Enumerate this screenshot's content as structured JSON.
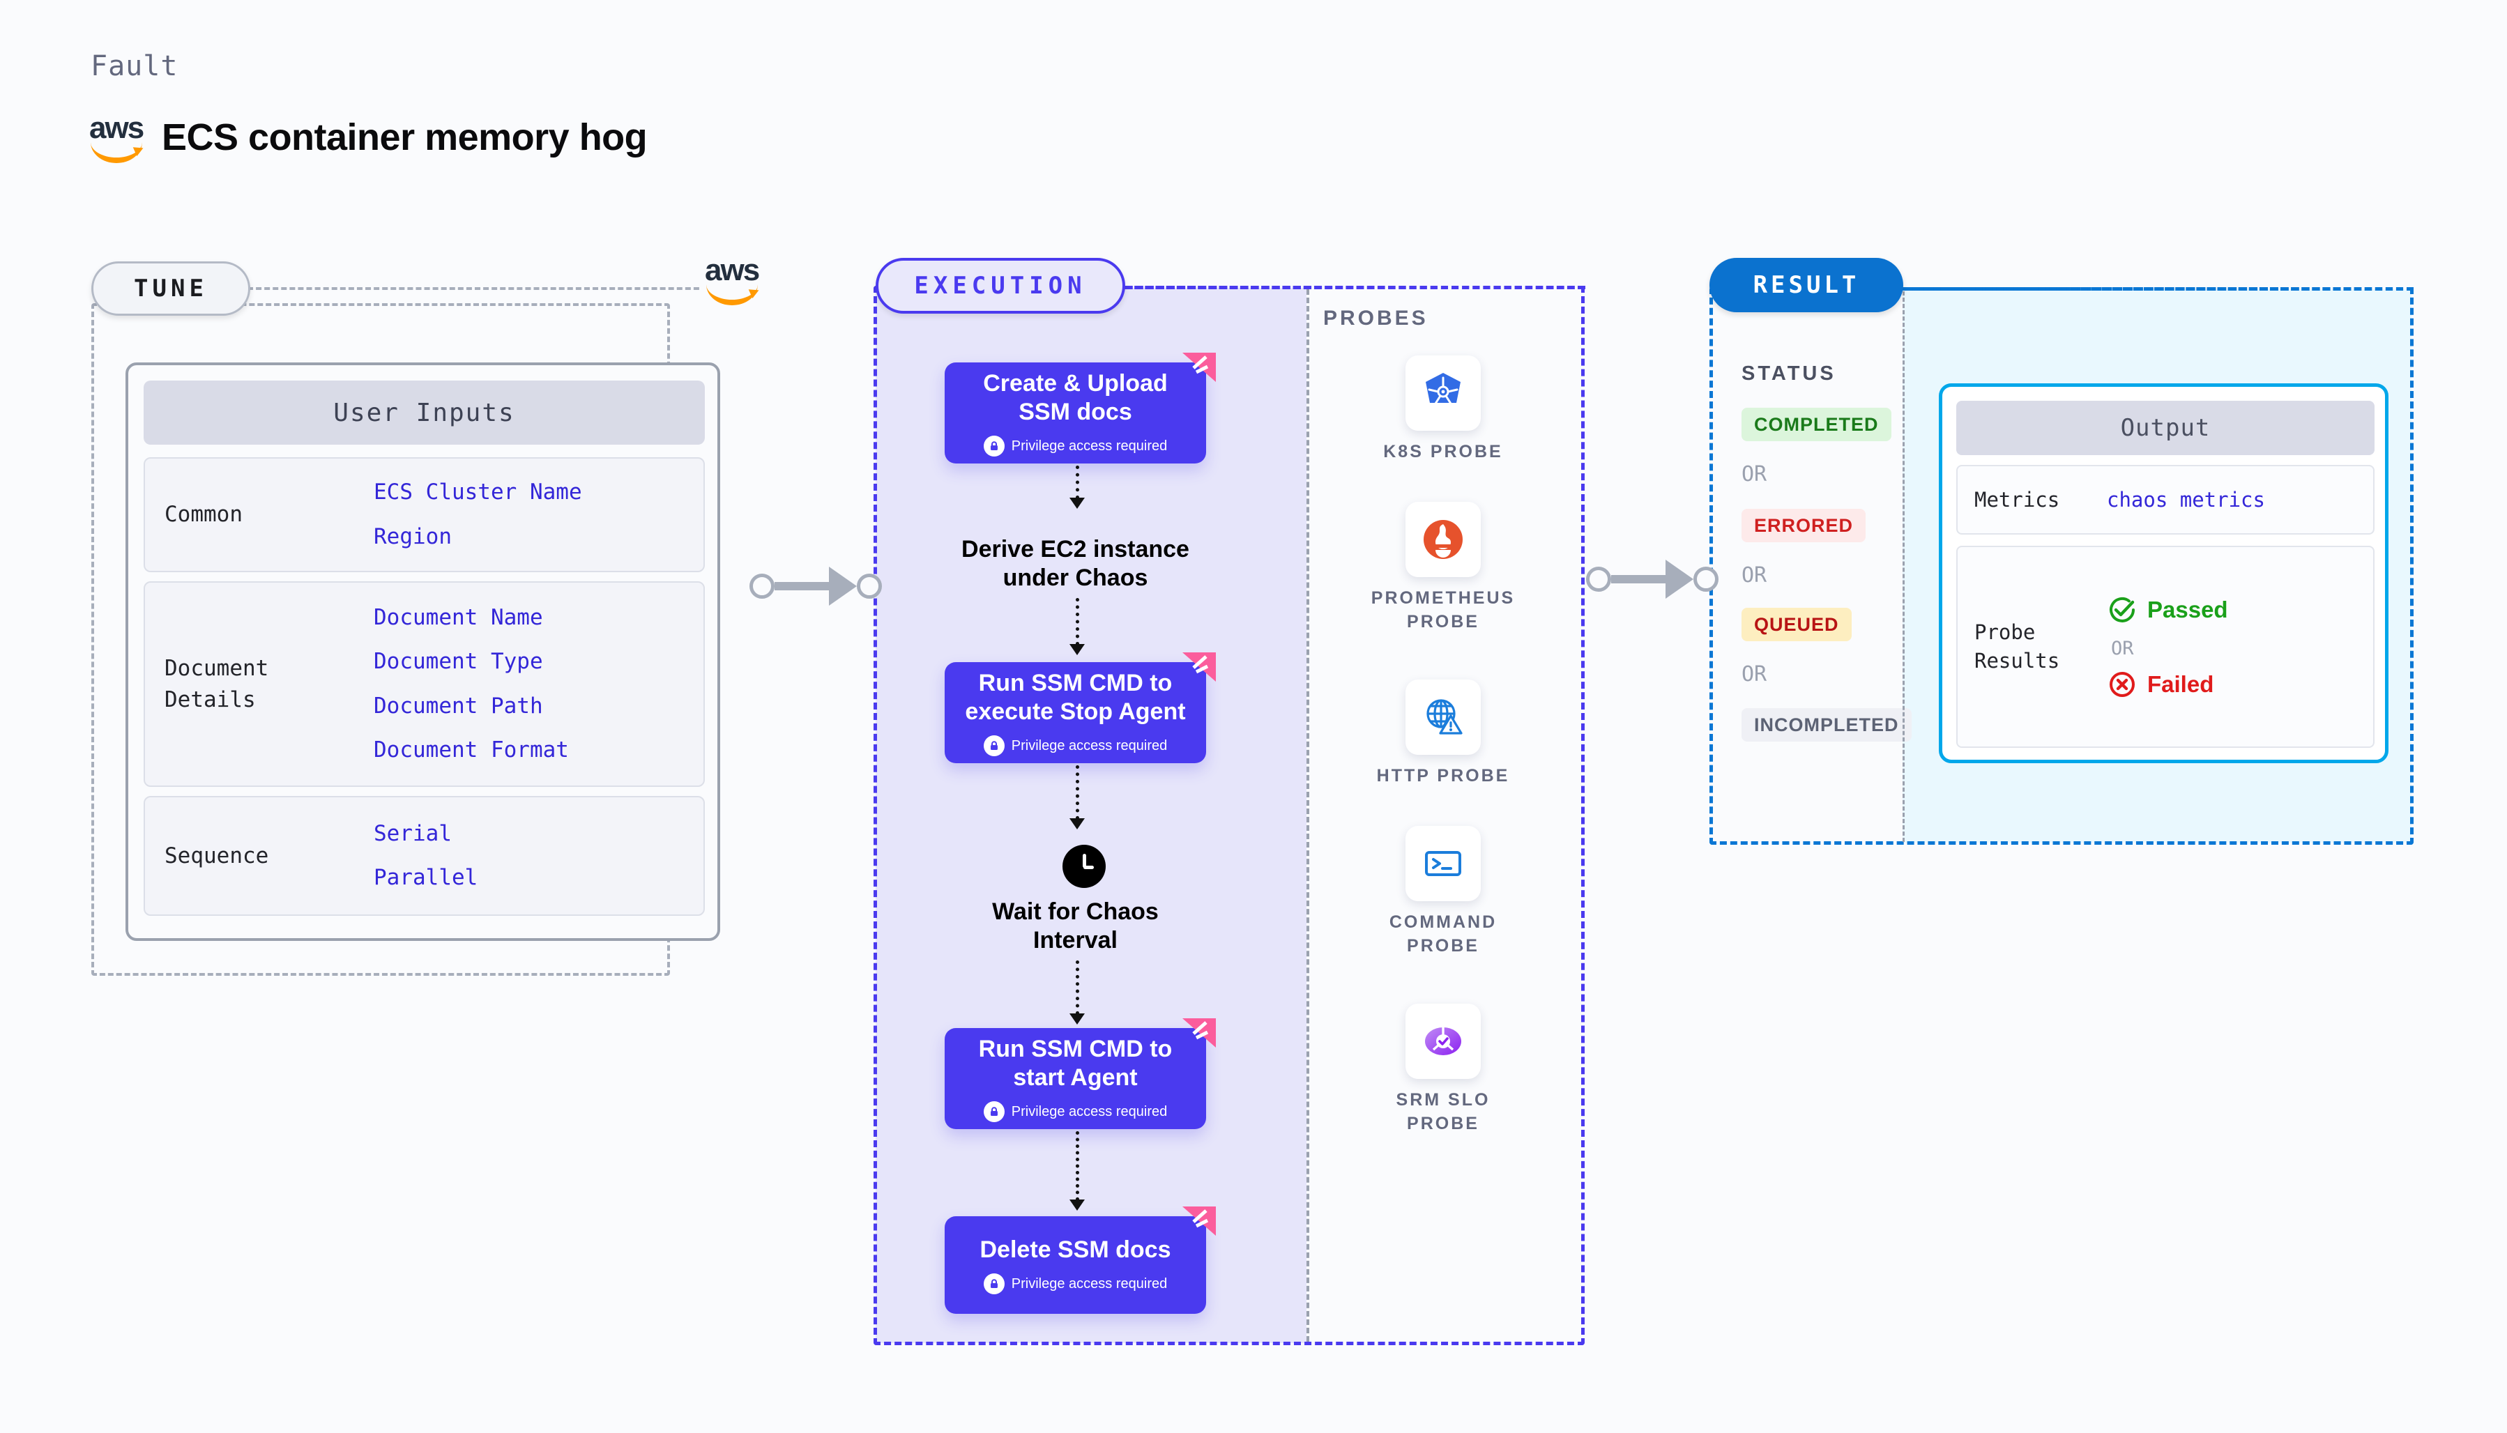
{
  "header": {
    "eyebrow": "Fault",
    "title": "ECS container memory hog",
    "logo_icon": "aws-logo"
  },
  "tune": {
    "pill_label": "TUNE",
    "logo_icon": "aws-logo",
    "user_inputs": {
      "title": "User Inputs",
      "groups": [
        {
          "label": "Common",
          "values": [
            "ECS Cluster Name",
            "Region"
          ]
        },
        {
          "label": "Document\nDetails",
          "values": [
            "Document Name",
            "Document Type",
            "Document Path",
            "Document Format"
          ]
        },
        {
          "label": "Sequence",
          "values": [
            "Serial",
            "Parallel"
          ]
        }
      ]
    }
  },
  "execution": {
    "pill_label": "EXECUTION",
    "privilege_note": "Privilege access required",
    "steps": [
      {
        "label": "Create & Upload\nSSM docs",
        "type": "card",
        "privileged": true
      },
      {
        "label": "Derive EC2 instance\nunder Chaos",
        "type": "plain",
        "privileged": false
      },
      {
        "label": "Run SSM CMD to\nexecute Stop Agent",
        "type": "card",
        "privileged": true
      },
      {
        "label": "Wait for Chaos\nInterval",
        "type": "plain-icon",
        "icon": "clock-icon",
        "privileged": false
      },
      {
        "label": "Run SSM CMD to\nstart Agent",
        "type": "card",
        "privileged": true
      },
      {
        "label": "Delete SSM docs",
        "type": "card",
        "privileged": true
      }
    ]
  },
  "probes": {
    "title": "PROBES",
    "items": [
      {
        "label": "K8S PROBE",
        "icon": "kubernetes-icon"
      },
      {
        "label": "PROMETHEUS\nPROBE",
        "icon": "prometheus-icon"
      },
      {
        "label": "HTTP PROBE",
        "icon": "http-globe-icon"
      },
      {
        "label": "COMMAND\nPROBE",
        "icon": "terminal-icon"
      },
      {
        "label": "SRM SLO\nPROBE",
        "icon": "srm-slo-icon"
      }
    ]
  },
  "result": {
    "pill_label": "RESULT",
    "status_title": "STATUS",
    "or_label": "OR",
    "statuses": [
      {
        "label": "COMPLETED",
        "bg": "#dcf5dc",
        "fg": "#1a7a1a"
      },
      {
        "label": "ERRORED",
        "bg": "#fdeaea",
        "fg": "#cf2020"
      },
      {
        "label": "QUEUED",
        "bg": "#fdeec0",
        "fg": "#b81414"
      },
      {
        "label": "INCOMPLETED",
        "bg": "#eff0f5",
        "fg": "#5c6274"
      }
    ],
    "output": {
      "title": "Output",
      "rows": [
        {
          "label": "Metrics",
          "value": "chaos metrics"
        }
      ],
      "probe_results": {
        "label": "Probe\nResults",
        "or_label": "OR",
        "passed": {
          "label": "Passed",
          "icon": "check-circle-icon",
          "color": "#1aa01a"
        },
        "failed": {
          "label": "Failed",
          "icon": "x-circle-icon",
          "color": "#e01b1b"
        }
      }
    }
  },
  "colors": {
    "purple": "#4a3aef",
    "blue": "#0b72cf",
    "cyan": "#00a7ea",
    "pink": "#fb5d9c",
    "aws_orange": "#ff9900",
    "gray_dash": "#a7aebb"
  }
}
